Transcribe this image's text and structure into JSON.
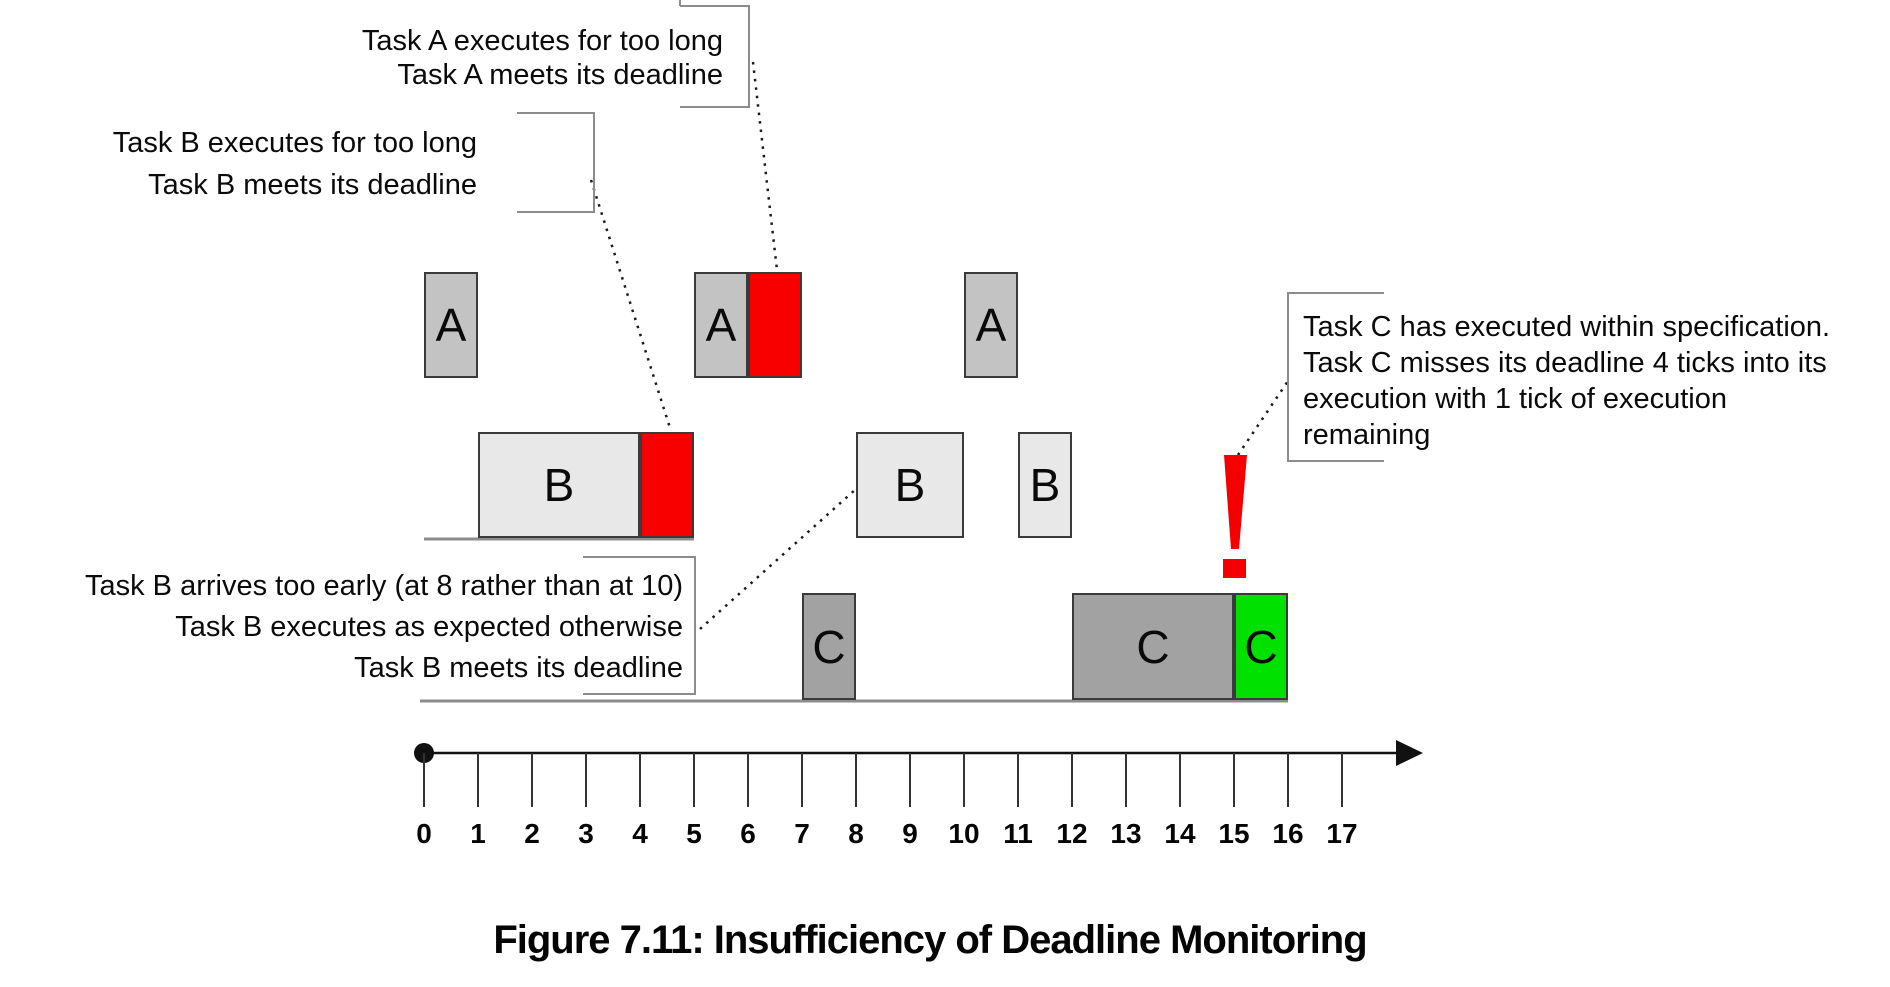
{
  "caption": "Figure 7.11: Insufficiency of Deadline Monitoring",
  "alert_glyph": "!",
  "colors": {
    "task_a_fill": "#c3c3c3",
    "task_b_fill": "#e8e8e8",
    "task_c_fill": "#a2a2a2",
    "overrun_fill": "#f80000",
    "late_fill": "#00e100",
    "block_border": "#3a3a3a",
    "bracket_border": "#8c8c8c",
    "baseline": "#8c8c8c",
    "axis": "#111111",
    "leader": "#1a1a1a",
    "alert": "#f40000"
  },
  "timeline": {
    "tick_labels": [
      "0",
      "1",
      "2",
      "3",
      "4",
      "5",
      "6",
      "7",
      "8",
      "9",
      "10",
      "11",
      "12",
      "13",
      "14",
      "15",
      "16",
      "17"
    ]
  },
  "blocks": [
    {
      "task": "A",
      "label": "A",
      "row": "A",
      "start": 0,
      "end": 1,
      "kind": "normal"
    },
    {
      "task": "A",
      "label": "A",
      "row": "A",
      "start": 5,
      "end": 6,
      "kind": "normal"
    },
    {
      "task": "A",
      "label": "",
      "row": "A",
      "start": 6,
      "end": 7,
      "kind": "overrun"
    },
    {
      "task": "A",
      "label": "A",
      "row": "A",
      "start": 10,
      "end": 11,
      "kind": "normal"
    },
    {
      "task": "B",
      "label": "B",
      "row": "B",
      "start": 1,
      "end": 4,
      "kind": "normal"
    },
    {
      "task": "B",
      "label": "",
      "row": "B",
      "start": 4,
      "end": 5,
      "kind": "overrun"
    },
    {
      "task": "B",
      "label": "B",
      "row": "B",
      "start": 8,
      "end": 10,
      "kind": "normal"
    },
    {
      "task": "B",
      "label": "B",
      "row": "B",
      "start": 11,
      "end": 12,
      "kind": "normal"
    },
    {
      "task": "C",
      "label": "C",
      "row": "C",
      "start": 7,
      "end": 8,
      "kind": "normal"
    },
    {
      "task": "C",
      "label": "C",
      "row": "C",
      "start": 12,
      "end": 15,
      "kind": "normal"
    },
    {
      "task": "C",
      "label": "C",
      "row": "C",
      "start": 15,
      "end": 16,
      "kind": "late"
    }
  ],
  "annotations": {
    "task_a_overrun": {
      "lines": [
        "Task A executes for too long",
        "Task A meets its deadline"
      ]
    },
    "task_b_overrun": {
      "lines": [
        "Task B executes for too long",
        "Task B meets its deadline"
      ]
    },
    "task_b_early": {
      "lines": [
        "Task B arrives too early (at 8 rather than at 10)",
        "Task B executes as expected otherwise",
        "Task B meets its deadline"
      ]
    },
    "task_c_late": {
      "lines": [
        "Task C has executed within specification.",
        "Task C misses its deadline 4 ticks into its",
        "execution with 1 tick of execution",
        "remaining"
      ]
    }
  }
}
